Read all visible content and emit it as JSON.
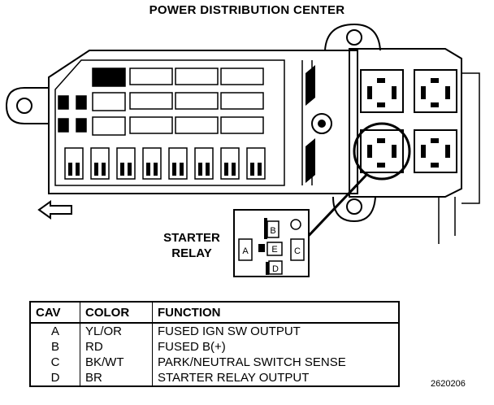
{
  "title": "POWER DISTRIBUTION CENTER",
  "starter_relay_label": [
    "STARTER",
    "RELAY"
  ],
  "relay_pins": [
    "A",
    "B",
    "C",
    "D",
    "E"
  ],
  "table": {
    "headers": [
      "CAV",
      "COLOR",
      "FUNCTION"
    ],
    "rows": [
      [
        "A",
        "YL/OR",
        "FUSED IGN SW OUTPUT"
      ],
      [
        "B",
        "RD",
        "FUSED B(+)"
      ],
      [
        "C",
        "BK/WT",
        "PARK/NEUTRAL SWITCH SENSE"
      ],
      [
        "D",
        "BR",
        "STARTER RELAY OUTPUT"
      ]
    ]
  },
  "figure_id": "2620206"
}
